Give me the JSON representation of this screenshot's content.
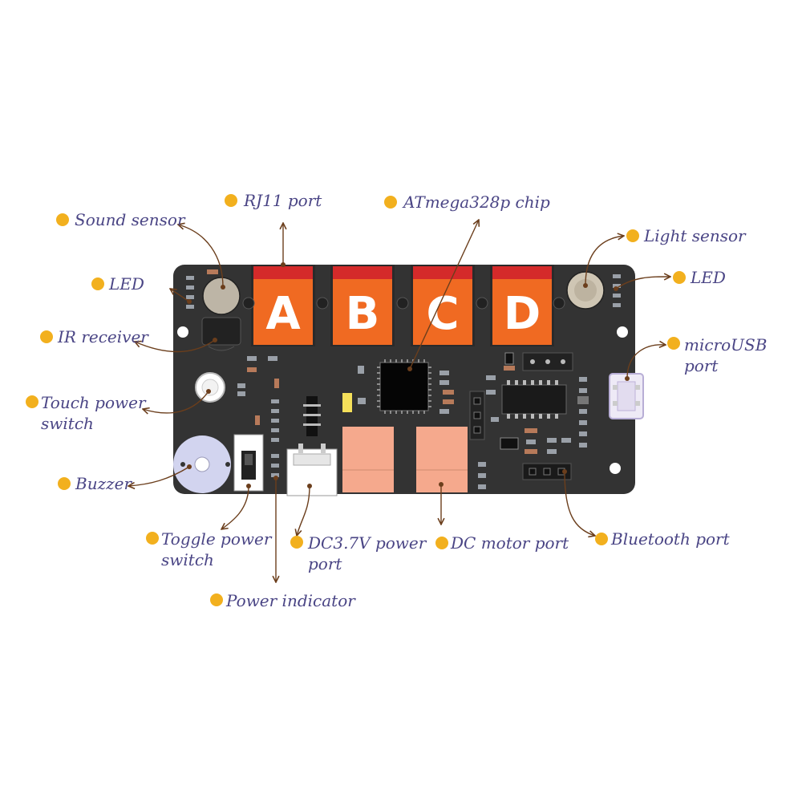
{
  "diagram": {
    "colors": {
      "board": "#333333",
      "port_orange": "#f06a22",
      "port_red": "#d42a2a",
      "label_text": "#4a4585",
      "label_dot": "#f2b01e",
      "leader": "#6b3e1c",
      "motor_port": "#f5a98d"
    },
    "ports": [
      {
        "letter": "A"
      },
      {
        "letter": "B"
      },
      {
        "letter": "C"
      },
      {
        "letter": "D"
      }
    ],
    "labels": {
      "sound_sensor": "Sound sensor",
      "rj11_port": "RJ11 port",
      "atmega_chip": "ATmega328p chip",
      "light_sensor": "Light sensor",
      "led_left": "LED",
      "led_right": "LED",
      "ir_receiver": "IR receiver",
      "microusb_1": "microUSB",
      "microusb_2": "port",
      "touch_power_1": "Touch power",
      "touch_power_2": "switch",
      "buzzer": "Buzzer",
      "toggle_power_1": "Toggle power",
      "toggle_power_2": "switch",
      "dc37_1": "DC3.7V power",
      "dc37_2": "port",
      "dc_motor": "DC motor port",
      "bluetooth": "Bluetooth port",
      "power_indicator": "Power indicator"
    }
  }
}
